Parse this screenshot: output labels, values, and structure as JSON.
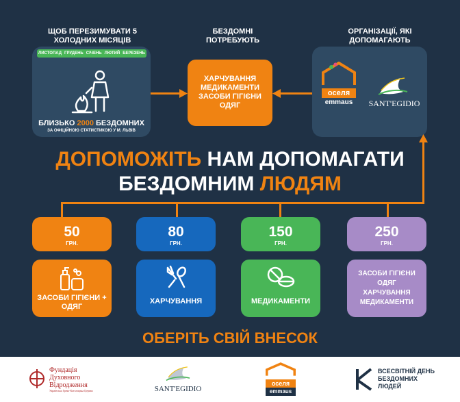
{
  "top": {
    "left_caption": "ЩОБ ПЕРЕЗИМУВАТИ 5 ХОЛОДНИХ МІСЯЦІВ",
    "middle_caption": "БЕЗДОМНІ ПОТРЕБУЮТЬ",
    "right_caption": "ОРГАНІЗАЦІЇ, ЯКІ ДОПОМАГАЮТЬ"
  },
  "months": [
    "ЛИСТОПАД",
    "ГРУДЕНЬ",
    "СІЧЕНЬ",
    "ЛЮТИЙ",
    "БЕРЕЗЕНЬ"
  ],
  "homeless": {
    "prefix": "БЛИЗЬКО ",
    "number": "2000",
    "suffix": " БЕЗДОМНИХ",
    "note": "ЗА ОФІЦІЙНОЮ СТАТИСТИКОЮ У М. ЛЬВІВ"
  },
  "needs": [
    "ХАРЧУВАННЯ",
    "МЕДИКАМЕНТИ",
    "ЗАСОБИ ГІГІЄНИ",
    "ОДЯГ"
  ],
  "orgs": {
    "osela": "оселя",
    "emmaus": "emmaus",
    "santegidio": "SANT'EGIDIO"
  },
  "headline": {
    "w1": "ДОПОМОЖІТЬ",
    "w2": " НАМ ДОПОМАГАТИ",
    "w3": "БЕЗДОМНИМ ",
    "w4": "ЛЮДЯМ"
  },
  "options": [
    {
      "amount": "50",
      "currency": "ГРН.",
      "label": "ЗАСОБИ ГІГІЄНИ + ОДЯГ"
    },
    {
      "amount": "80",
      "currency": "ГРН.",
      "label": "ХАРЧУВАННЯ"
    },
    {
      "amount": "150",
      "currency": "ГРН.",
      "label": "МЕДИКАМЕНТИ"
    },
    {
      "amount": "250",
      "currency": "ГРН.",
      "label1": "ЗАСОБИ ГІГІЄНИ",
      "label2": "ОДЯГ",
      "label3": "ХАРЧУВАННЯ",
      "label4": "МЕДИКАМЕНТИ"
    }
  ],
  "cta": "ОБЕРІТЬ СВІЙ ВНЕСОК",
  "footer": {
    "fund_line1": "Фундація",
    "fund_line2": "Духовного",
    "fund_line3": "Відродження",
    "fund_small": "Українська Греко-Католицька Церква",
    "sant": "SANT'EGIDIO",
    "osela": "оселя",
    "emmaus": "emmaus",
    "day_line1": "ВСЕСВІТНІЙ ДЕНЬ",
    "day_line2": "БЕЗДОМНИХ",
    "day_line3": "ЛЮДЕЙ"
  },
  "colors": {
    "background": "#1f3145",
    "panel": "#2f4a63",
    "orange": "#f08312",
    "blue": "#1668bd",
    "green": "#49b657",
    "purple": "#a78bc7",
    "month_bar": "#49b657"
  }
}
